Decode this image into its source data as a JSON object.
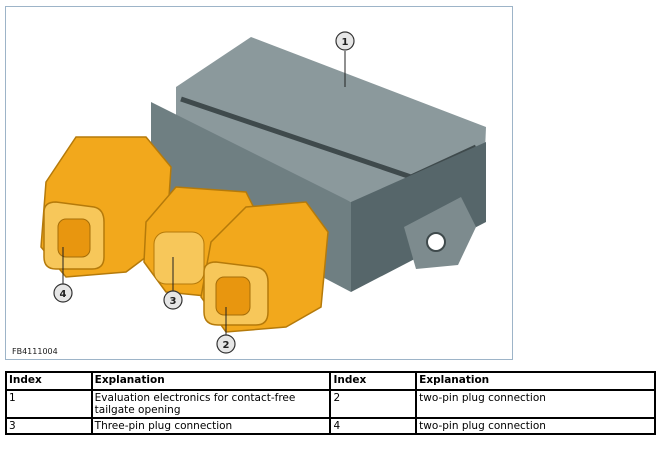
{
  "figure": {
    "id": "FB4111004",
    "callouts": [
      {
        "num": "1"
      },
      {
        "num": "2"
      },
      {
        "num": "3"
      },
      {
        "num": "4"
      }
    ],
    "colors": {
      "housing": "#6f7f82",
      "housing_top": "#8b999c",
      "connector": "#f2a81c",
      "connector_light": "#f7c75a",
      "frame": "#9db4c8"
    }
  },
  "table": {
    "headers": [
      "Index",
      "Explanation",
      "Index",
      "Explanation"
    ],
    "rows": [
      [
        "1",
        "Evaluation electronics for contact-free tailgate opening",
        "2",
        "two-pin plug connection"
      ],
      [
        "3",
        "Three-pin plug connection",
        "4",
        "two-pin plug connection"
      ]
    ]
  }
}
